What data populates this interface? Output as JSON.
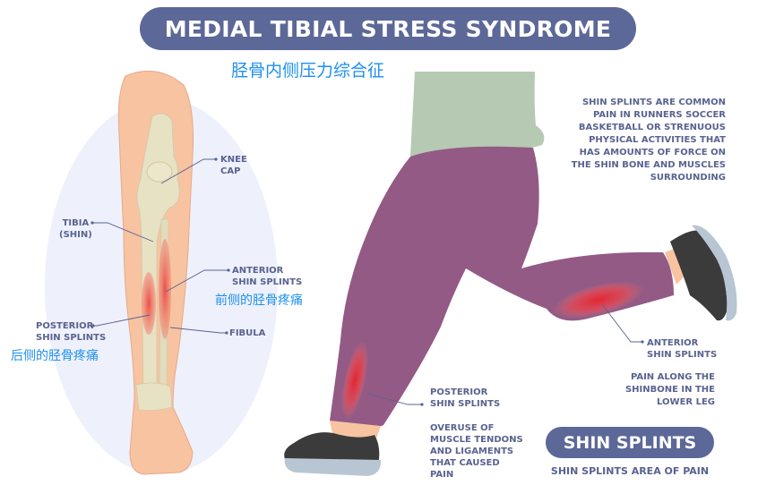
{
  "header": {
    "title": "MEDIAL TIBIAL STRESS SYNDROME",
    "subtitle_cn": "胫骨内侧压力综合征"
  },
  "anatomy_leg": {
    "labels": {
      "knee_cap": [
        "KNEE",
        "CAP"
      ],
      "tibia": [
        "TIBIA",
        "(SHIN)"
      ],
      "anterior": [
        "ANTERIOR",
        "SHIN SPLINTS"
      ],
      "anterior_cn": "前侧的胫骨疼痛",
      "posterior": [
        "POSTERIOR",
        "SHIN SPLINTS"
      ],
      "posterior_cn": "后侧的胫骨疼痛",
      "fibula": "FIBULA"
    }
  },
  "runner": {
    "intro_text": [
      "SHIN SPLINTS ARE COMMON",
      "PAIN IN RUNNERS SOCCER",
      "BASKETBALL OR STRENUOUS",
      "PHYSICAL ACTIVITIES THAT",
      "HAS AMOUNTS OF FORCE ON",
      "THE SHIN BONE AND MUSCLES",
      "SURROUNDING"
    ],
    "anterior_label": [
      "ANTERIOR",
      "SHIN SPLINTS"
    ],
    "anterior_desc": [
      "PAIN ALONG THE",
      "SHINBONE IN THE",
      "LOWER LEG"
    ],
    "posterior_label": [
      "POSTERIOR",
      "SHIN SPLINTS"
    ],
    "posterior_desc": [
      "OVERUSE OF",
      "MUSCLE TENDONS",
      "AND LIGAMENTS",
      "THAT CAUSED",
      "PAIN"
    ]
  },
  "footer": {
    "badge": "SHIN SPLINTS",
    "caption": "SHIN SPLINTS AREA OF PAIN"
  },
  "colors": {
    "pill": "#5c6898",
    "label_text": "#5a6290",
    "chinese_text": "#1e90f0",
    "skin": "#f7c3a1",
    "bone": "#e8e2c4",
    "leggings": "#935a85",
    "shirt": "#b5c9b3",
    "shoe": "#3b3b3b",
    "sole": "#b7c6d2",
    "pain": "#e8222e",
    "halo": "#eef1fb"
  }
}
